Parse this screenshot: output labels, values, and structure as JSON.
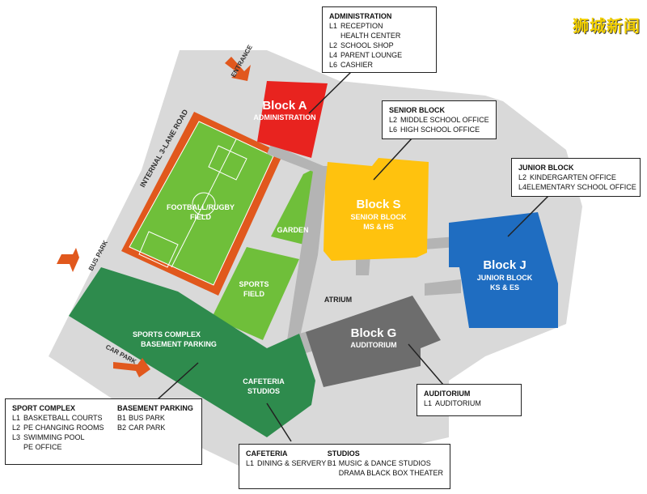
{
  "logo": "狮城新闻",
  "roads": {
    "internal": "INTERNAL 3-LANE ROAD",
    "entrance": "ENTRANCE",
    "bus_park": "BUS PARK",
    "car_park": "CAR PARK"
  },
  "areas": {
    "block_a": {
      "name": "Block A",
      "sub": "ADMINISTRATION"
    },
    "block_s": {
      "name": "Block S",
      "sub1": "SENIOR BLOCK",
      "sub2": "MS & HS"
    },
    "block_j": {
      "name": "Block J",
      "sub1": "JUNIOR BLOCK",
      "sub2": "KS & ES"
    },
    "block_g": {
      "name": "Block G",
      "sub": "AUDITORIUM"
    },
    "football": {
      "l1": "FOOTBALL/RUGBY",
      "l2": "FIELD"
    },
    "sports_field": {
      "l1": "SPORTS",
      "l2": "FIELD"
    },
    "garden": "GARDEN",
    "atrium": "ATRIUM",
    "sports_complex": {
      "l1": "SPORTS COMPLEX",
      "l2": "BASEMENT PARKING"
    },
    "cafeteria": {
      "l1": "CAFETERIA",
      "l2": "STUDIOS"
    }
  },
  "callouts": {
    "administration": {
      "title": "ADMINISTRATION",
      "rows": [
        {
          "level": "L1",
          "text": "RECEPTION"
        },
        {
          "level": "",
          "text": "HEALTH CENTER"
        },
        {
          "level": "L2",
          "text": "SCHOOL SHOP"
        },
        {
          "level": "L4",
          "text": "PARENT LOUNGE"
        },
        {
          "level": "L6",
          "text": "CASHIER"
        }
      ]
    },
    "senior": {
      "title": "SENIOR BLOCK",
      "rows": [
        {
          "level": "L2",
          "text": "MIDDLE SCHOOL OFFICE"
        },
        {
          "level": "L6",
          "text": "HIGH SCHOOL OFFICE"
        }
      ]
    },
    "junior": {
      "title": "JUNIOR BLOCK",
      "rows": [
        {
          "level": "L2",
          "text": "KINDERGARTEN OFFICE"
        },
        {
          "level": "L4",
          "text": "ELEMENTARY SCHOOL OFFICE"
        }
      ]
    },
    "auditorium": {
      "title": "AUDITORIUM",
      "rows": [
        {
          "level": "L1",
          "text": "AUDITORIUM"
        }
      ]
    },
    "sport_complex": {
      "title": "SPORT COMPLEX",
      "rows": [
        {
          "level": "L1",
          "text": "BASKETBALL COURTS"
        },
        {
          "level": "L2",
          "text": "PE CHANGING ROOMS"
        },
        {
          "level": "L3",
          "text": "SWIMMING POOL"
        },
        {
          "level": "",
          "text": "PE OFFICE"
        }
      ]
    },
    "basement": {
      "title": "BASEMENT PARKING",
      "rows": [
        {
          "level": "B1",
          "text": "BUS PARK"
        },
        {
          "level": "B2",
          "text": "CAR PARK"
        }
      ]
    },
    "cafeteria": {
      "title": "CAFETERIA",
      "rows": [
        {
          "level": "L1",
          "text": "DINING & SERVERY"
        }
      ]
    },
    "studios": {
      "title": "STUDIOS",
      "rows": [
        {
          "level": "B1",
          "text": "MUSIC & DANCE STUDIOS"
        },
        {
          "level": "",
          "text": "DRAMA BLACK BOX THEATER"
        }
      ]
    }
  },
  "colors": {
    "road": "#d9d9d9",
    "block_a": "#e8231f",
    "block_s": "#ffc20e",
    "block_j": "#1f6dc1",
    "block_g": "#6d6d6d",
    "field_green": "#6fbf3a",
    "track": "#e1581d",
    "sports_complex": "#2e8b4d",
    "walkway": "#b4b4b4"
  }
}
